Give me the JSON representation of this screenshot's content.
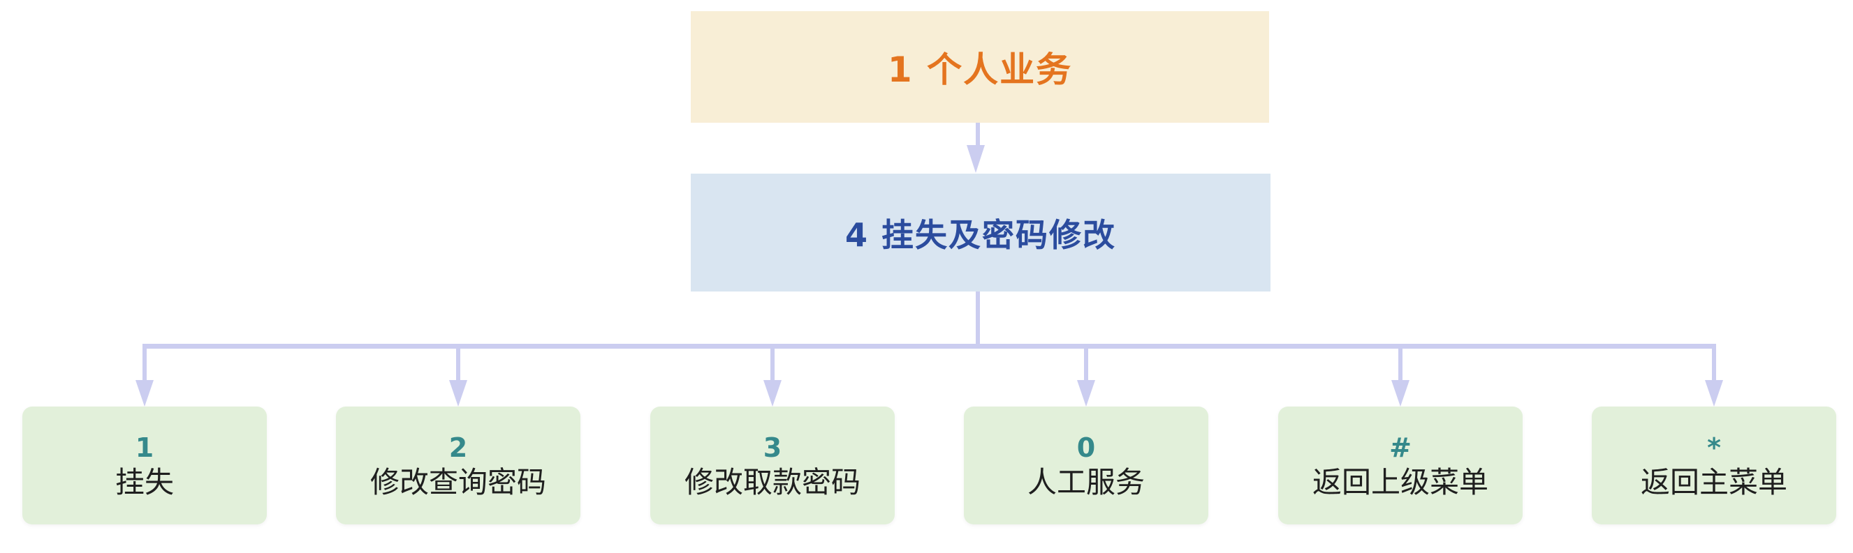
{
  "flowchart": {
    "type": "ivr-menu-tree",
    "root": {
      "text": "1 个人业务"
    },
    "submenu": {
      "text": "4 挂失及密码修改"
    },
    "options": [
      {
        "key": "1",
        "label": "挂失"
      },
      {
        "key": "2",
        "label": "修改查询密码"
      },
      {
        "key": "3",
        "label": "修改取款密码"
      },
      {
        "key": "0",
        "label": "人工服务"
      },
      {
        "key": "#",
        "label": "返回上级菜单"
      },
      {
        "key": "*",
        "label": "返回主菜单"
      }
    ],
    "edges": [
      {
        "from": "root",
        "to": "submenu"
      },
      {
        "from": "submenu",
        "to": "options",
        "style": "elbow-arrows"
      }
    ]
  },
  "colors": {
    "canvas_bg": "#FFFFFF",
    "root_bg": "#F8EED6",
    "root_text": "#E4741F",
    "submenu_bg": "#D9E5F1",
    "submenu_text": "#2B4C9E",
    "option_bg": "#E2F0DA",
    "option_key": "#35898B",
    "option_label": "#1F1F1F",
    "connector": "#CBCDF0"
  }
}
